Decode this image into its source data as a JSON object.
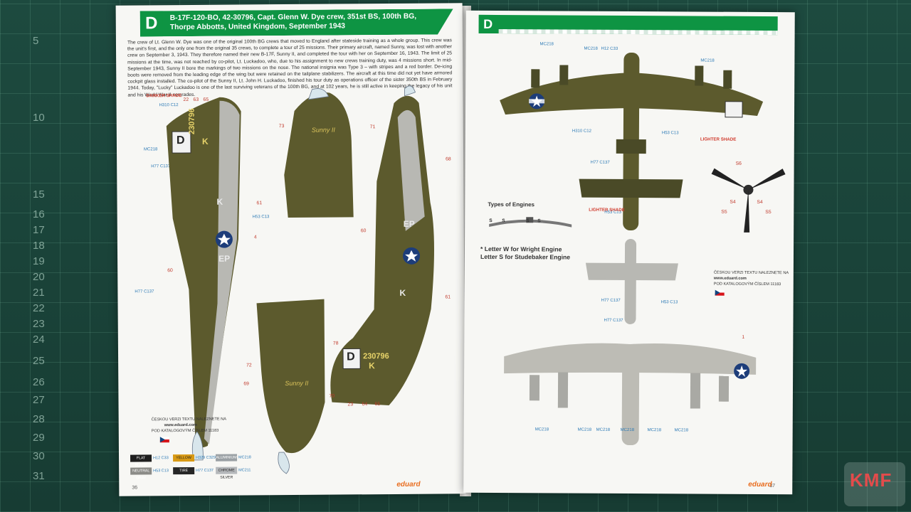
{
  "scene": {
    "ruler_numbers": [
      "5",
      "10",
      "15",
      "16",
      "17",
      "18",
      "19",
      "20",
      "21",
      "22",
      "23",
      "24",
      "25",
      "26",
      "27",
      "28",
      "29",
      "30",
      "31"
    ]
  },
  "left_page": {
    "profile_letter": "D",
    "title": "B-17F-120-BO, 42-30796, Capt. Glenn W. Dye crew, 351st BS, 100th BG, Thorpe Abbotts, United Kingdom, September 1943",
    "intro_text": "The crew of Lt. Glenn W. Dye was one of the original 100th BG crews that moved to England after stateside training as a whole group. This crew was the unit's first, and the only one from the original 35 crews, to complete a tour of 25 missions. Their primary aircraft, named Sunny, was lost with another crew on September 3, 1943. They therefore named their new B-17F, Sunny II, and completed the tour with her on September 16, 1943. The limit of 25 missions at the time, was not reached by co-pilot, Lt. Luckadoo, who, due to his assignment to new crews training duty, was 4 missions short. In mid-September 1943, Sunny II bore the markings of two missions on the nose. The national insignia was Type 3 – with stripes and a red border. De-icing boots were removed from the leading edge of the wing but were retained on the tailplane stabilizers. The aircraft at this time did not yet have armored cockpit glass installed. The co-pilot of the Sunny II, Lt. John H. Luckadoo, finished his tour duty as operations officer of the sister 350th BS in February 1944. Today, \"Lucky\" Luckadoo is one of the last surviving veterans of the 100th BG, and at 102 years, he is still active in keeping the legacy of his unit and his World War II comrades.",
    "darker_shade_label": "DARKER SHADE",
    "tail_codes": {
      "serial": "230796",
      "letter": "K",
      "square": "D"
    },
    "fuselage_codes": {
      "squadron": "EP",
      "letter": "K"
    },
    "nose_name": "Sunny II",
    "callouts": [
      "22",
      "63",
      "65",
      "61",
      "4",
      "60",
      "71",
      "73",
      "68",
      "60",
      "61",
      "78",
      "23",
      "64",
      "65",
      "72",
      "69",
      "70"
    ],
    "paint_codes": [
      "H310 C12",
      "MC218",
      "H77 C137",
      "H53 C13",
      "H77 C137"
    ],
    "czech_note": "ČESKOU VERZI TEXTU NALEZNETE NA",
    "website": "www.eduard.com",
    "catalog_note": "POD KATALOGOVÝM ČÍSLEM 11183",
    "legend": [
      {
        "label": "FLAT BLACK",
        "code": "H12 C33",
        "color": "#1e1e1e"
      },
      {
        "label": "YELLOW",
        "code": "H329 C329",
        "color": "#d99a14"
      },
      {
        "label": "ALUMINIUM",
        "code": "MC218",
        "color": "#9aa0a4"
      },
      {
        "label": "NEUTRAL GRAY",
        "code": "H53 C13",
        "color": "#8b8b87"
      },
      {
        "label": "TIRE BLACK",
        "code": "H77 C137",
        "color": "#262626"
      },
      {
        "label": "CHROME SILVER",
        "code": "MC211",
        "color": "#b5b8bb"
      }
    ],
    "page_number": "36",
    "brand": "eduard"
  },
  "right_page": {
    "profile_letter": "D",
    "top_codes": [
      "MC218",
      "MC218",
      "H12 C33",
      "MC218"
    ],
    "side_codes": [
      "H310 C12",
      "H53 C13",
      "H77 C137",
      "H53 C13"
    ],
    "lighter_shade_label_1": "LIGHTER SHADE",
    "lighter_shade_label_2": "LIGHTER SHADE",
    "propeller_callouts": [
      "S4",
      "S5",
      "S4",
      "S5",
      "S6"
    ],
    "types_of_engines": "Types of Engines",
    "engine_letters": [
      "S",
      "S",
      "S",
      "S"
    ],
    "engine_note_1": "* Letter W for Wright Engine",
    "engine_note_2": "Letter S for Studebaker Engine",
    "bottom_codes": [
      "H77 C137",
      "H53 C13",
      "H77 C137",
      "MC218",
      "MC218",
      "MC218",
      "MC218",
      "MC218",
      "MC218"
    ],
    "wing_callout": "1",
    "page_number": "37",
    "brand": "eduard",
    "czech_note": "ČESKOU VERZI TEXTU NALEZNETE NA",
    "website": "www.eduard.com",
    "catalog_note": "POD KATALOGOVÝM ČÍSLEM 11183"
  },
  "watermark": {
    "text_left": "K",
    "text_mid": "M",
    "text_right": "F"
  }
}
